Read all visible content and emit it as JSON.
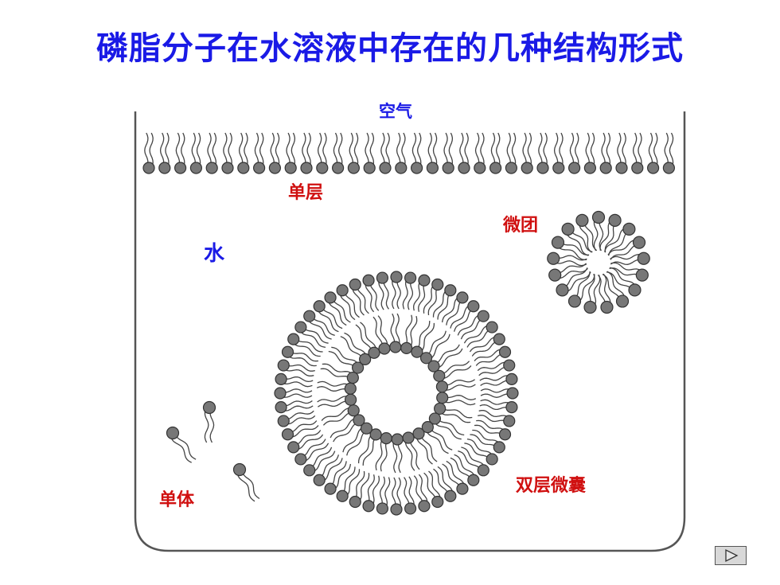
{
  "title": "磷脂分子在水溶液中存在的几种结构形式",
  "labels": {
    "air": "空气",
    "water": "水",
    "monolayer": "单层",
    "micelle": "微团",
    "bilayer_vesicle": "双层微囊",
    "monomer": "单体"
  },
  "icons": {
    "next": "play-triangle-icon"
  },
  "colors": {
    "title": "#1a1ae6",
    "label_red": "#d01010",
    "label_blue": "#1a1ae6",
    "head": "#777777"
  }
}
